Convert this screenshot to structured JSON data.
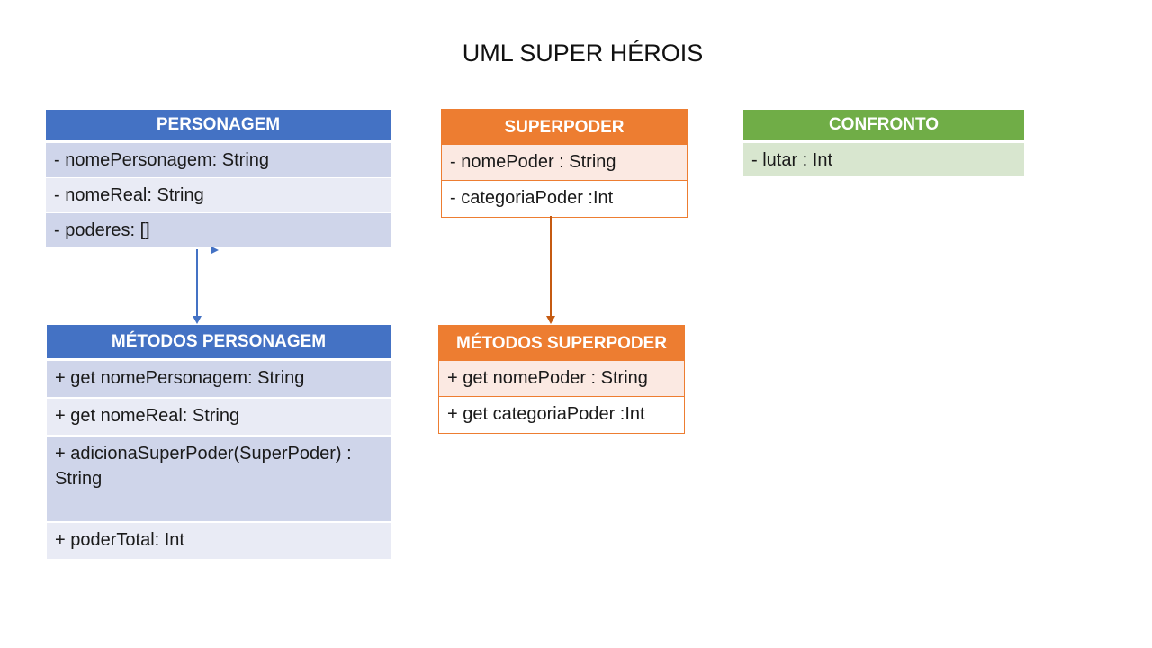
{
  "title": "UML SUPER HÉROIS",
  "colors": {
    "personagem_header": "#4472c4",
    "superpoder_header": "#ed7d31",
    "confronto_header": "#70ad47"
  },
  "personagem": {
    "header": "PERSONAGEM",
    "rows": [
      "- nomePersonagem: String",
      "- nomeReal: String",
      "- poderes: []"
    ]
  },
  "metodos_personagem": {
    "header": "MÉTODOS PERSONAGEM",
    "rows": [
      "+ get nomePersonagem: String",
      "+ get nomeReal: String",
      "+ adicionaSuperPoder(SuperPoder) : String",
      "+ poderTotal: Int"
    ]
  },
  "superpoder": {
    "header": "SUPERPODER",
    "rows": [
      "- nomePoder : String",
      "- categoriaPoder :Int"
    ]
  },
  "metodos_superpoder": {
    "header": "MÉTODOS SUPERPODER",
    "rows": [
      "+ get nomePoder : String",
      "+ get categoriaPoder :Int"
    ]
  },
  "confronto": {
    "header": "CONFRONTO",
    "rows": [
      "- lutar : Int"
    ]
  }
}
